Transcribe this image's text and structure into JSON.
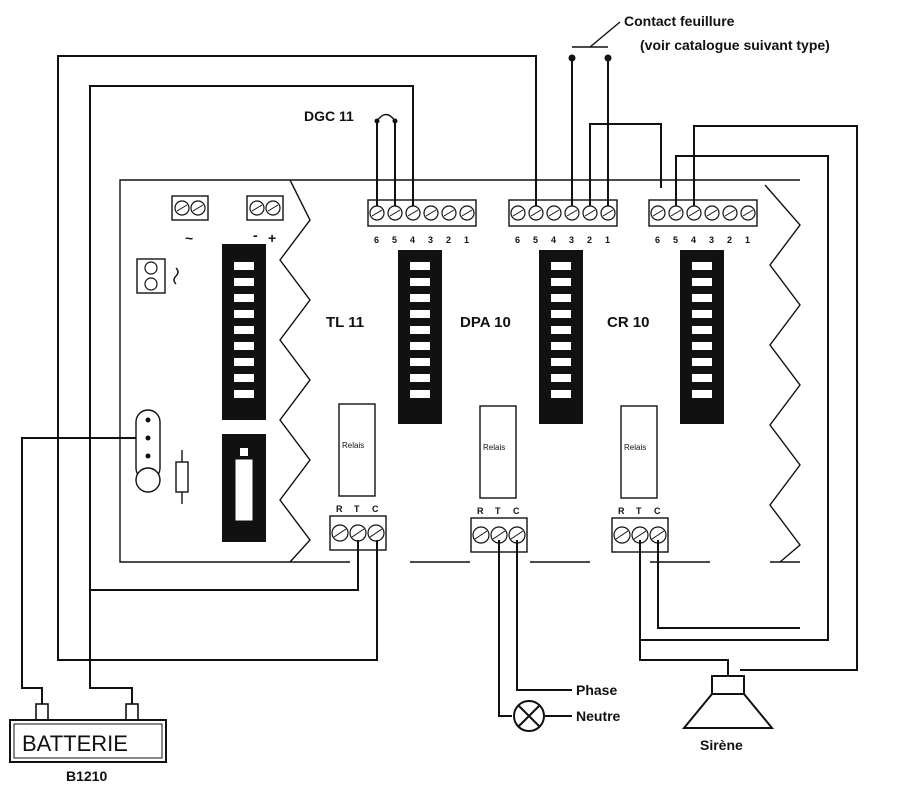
{
  "labels": {
    "contact_title": "Contact feuillure",
    "contact_note": "(voir catalogue suivant type)",
    "dgc": "DGC 11",
    "tl": "TL 11",
    "dpa": "DPA 10",
    "cr": "CR 10",
    "relais": "Relais",
    "phase": "Phase",
    "neutre": "Neutre",
    "sirene": "Sirène",
    "batterie": "BATTERIE",
    "battery_ref": "B1210",
    "ac_symbol": "~",
    "minus": "-",
    "plus": "+",
    "R": "R",
    "T": "T",
    "C": "C"
  },
  "terminal_numbers": [
    "6",
    "5",
    "4",
    "3",
    "2",
    "1"
  ]
}
